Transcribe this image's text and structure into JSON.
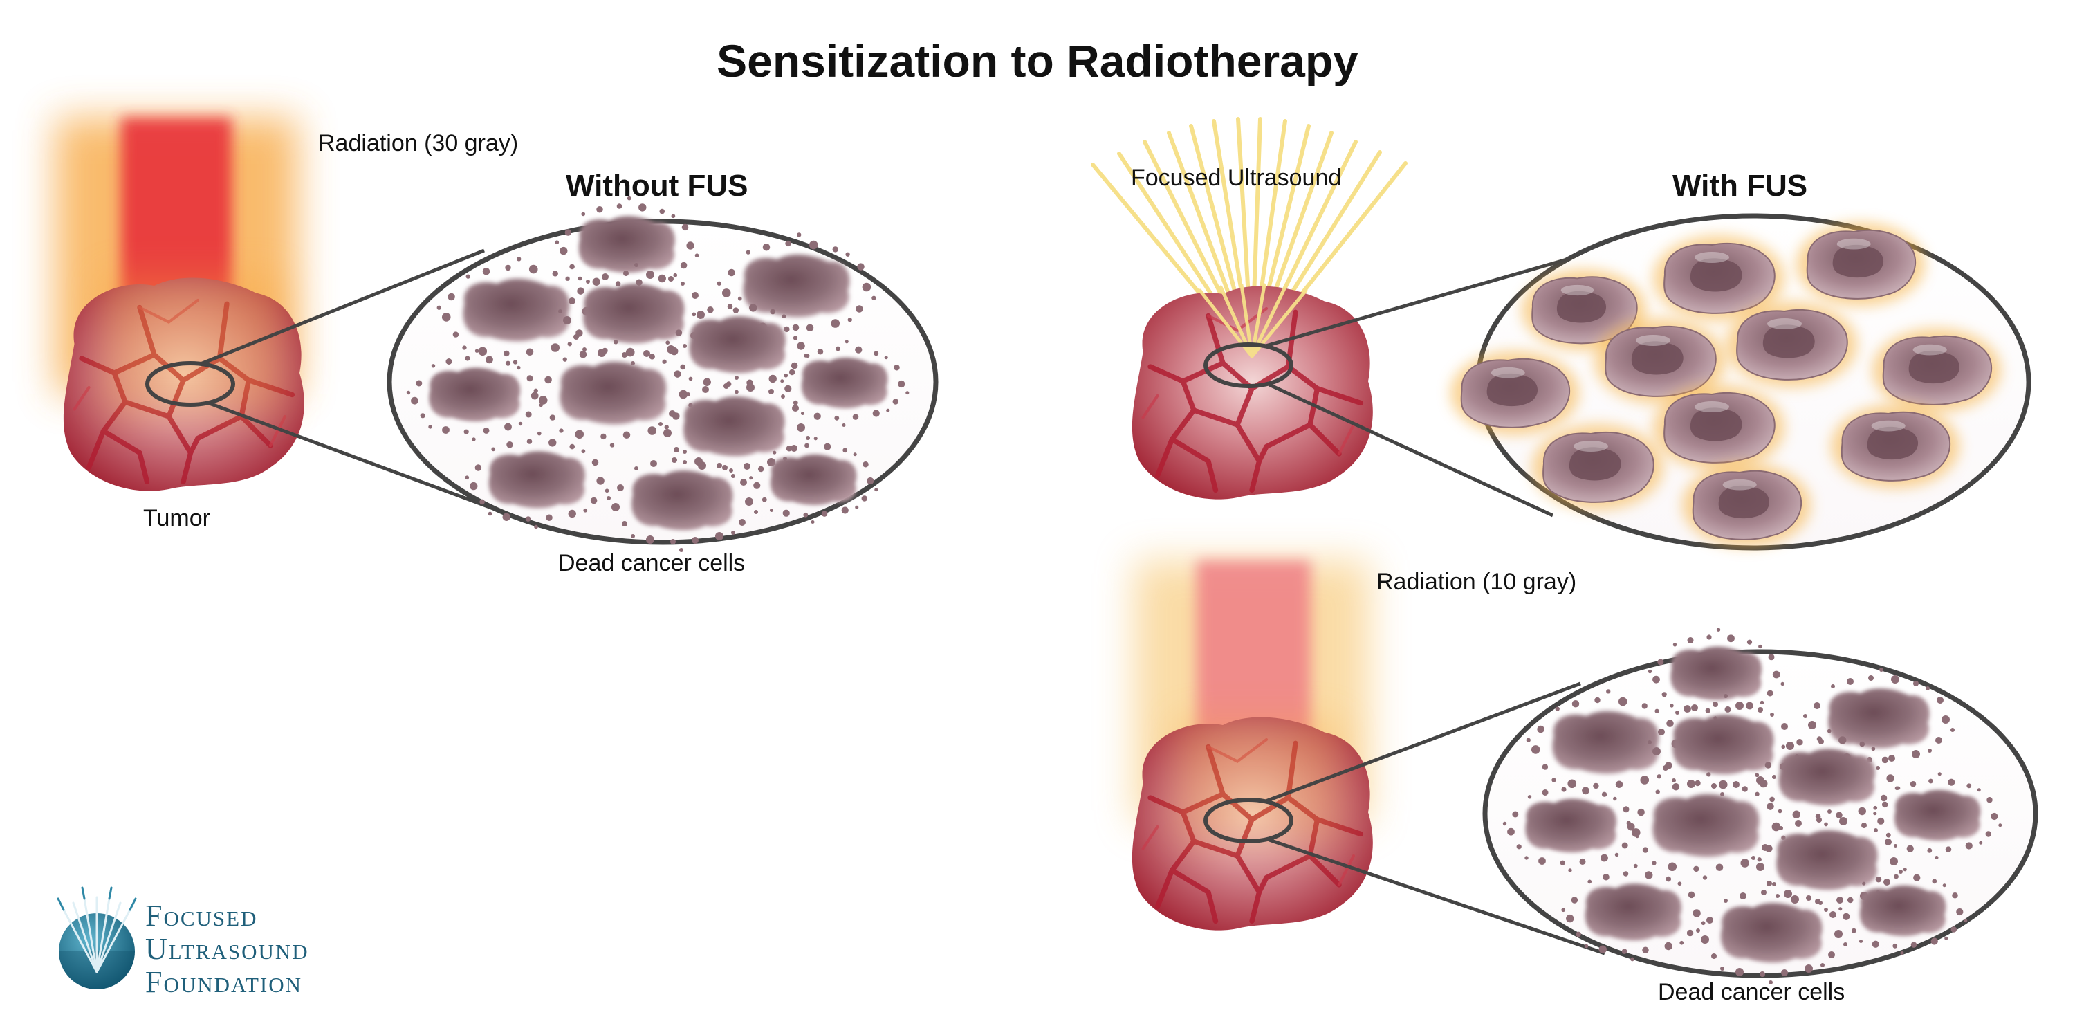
{
  "title": "Sensitization to Radiotherapy",
  "panels": {
    "without": {
      "heading": "Without FUS",
      "radiation_label": "Radiation (30 gray)",
      "tumor_label": "Tumor",
      "cells_label": "Dead cancer cells"
    },
    "with": {
      "heading": "With FUS",
      "fus_label": "Focused Ultrasound",
      "radiation_label": "Radiation (10 gray)",
      "cells_label": "Dead cancer cells"
    }
  },
  "logo": {
    "line1": "Focused",
    "line2": "Ultrasound",
    "line3": "Foundation"
  },
  "colors": {
    "beam_core": "#e8323a",
    "beam_glow": "#f7a43a",
    "beam_core_soft": "#ef7f86",
    "ultrasound_rays": "#f6e08a",
    "tumor": "#b8303f",
    "cell": "#8a6a72",
    "sensitized_glow": "#f5b041",
    "outline": "#444444",
    "logo": "#1f5f7a"
  }
}
